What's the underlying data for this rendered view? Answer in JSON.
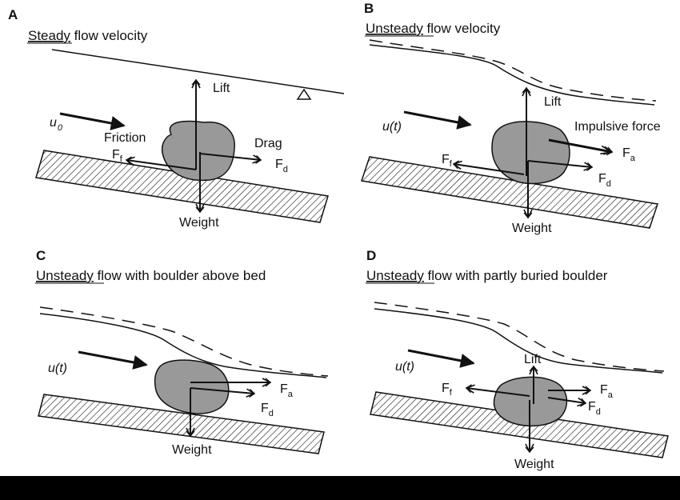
{
  "panels": {
    "a": {
      "letter": "A",
      "caption_underlined": "Steady",
      "caption_rest": " flow velocity",
      "velocity": "u",
      "velocity_sub": "0",
      "lift": "Lift",
      "friction": "Friction",
      "drag": "Drag",
      "ff": "F",
      "ff_sub": "f",
      "fd": "F",
      "fd_sub": "d",
      "weight": "Weight"
    },
    "b": {
      "letter": "B",
      "caption_underlined": "Unsteady",
      "caption_rest": " flow velocity",
      "velocity": "u(t)",
      "lift": "Lift",
      "impulsive": "Impulsive force",
      "fa": "F",
      "fa_sub": "a",
      "ff": "F",
      "ff_sub": "f",
      "fd": "F",
      "fd_sub": "d",
      "weight": "Weight"
    },
    "c": {
      "letter": "C",
      "caption_underlined": "Unsteady",
      "caption_rest": " flow with boulder above bed",
      "velocity": "u(t)",
      "fa": "F",
      "fa_sub": "a",
      "fd": "F",
      "fd_sub": "d",
      "weight": "Weight"
    },
    "d": {
      "letter": "D",
      "caption_underlined": "Unsteady",
      "caption_rest": " flow with partly buried boulder",
      "velocity": "u(t)",
      "lift": "Lift",
      "ff": "F",
      "ff_sub": "f",
      "fa": "F",
      "fa_sub": "a",
      "fd": "F",
      "fd_sub": "d",
      "weight": "Weight"
    }
  },
  "colors": {
    "boulder_fill": "#999999",
    "line": "#111111",
    "bottom_bar": "#000000"
  }
}
